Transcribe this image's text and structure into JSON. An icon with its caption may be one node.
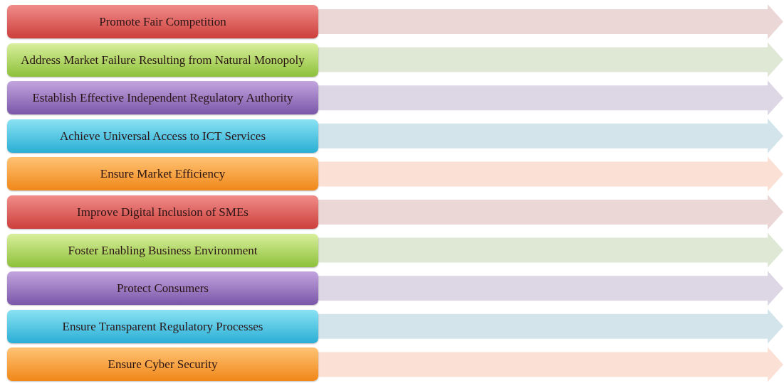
{
  "diagram": {
    "nodes": [
      {
        "text": [
          "Promote Fair Competition"
        ]
      },
      {
        "text": [
          "Address Market Failure Resulting from Natural Monopoly"
        ]
      },
      {
        "text": [
          "Establish Effective Independent Regulatory Authority"
        ]
      },
      {
        "text": [
          "Achieve Universal Access to ICT Services"
        ]
      },
      {
        "text": [
          "Ensure Market Efficiency"
        ]
      },
      {
        "text": [
          "Improve Digital Inclusion of SMEs"
        ]
      },
      {
        "text": [
          "Foster Enabling Business Environment"
        ]
      },
      {
        "text": [
          "Protect Consumers"
        ]
      },
      {
        "text": [
          "Ensure Transparent Regulatory Processes"
        ]
      },
      {
        "text": [
          "Ensure Cyber Security"
        ]
      }
    ]
  }
}
